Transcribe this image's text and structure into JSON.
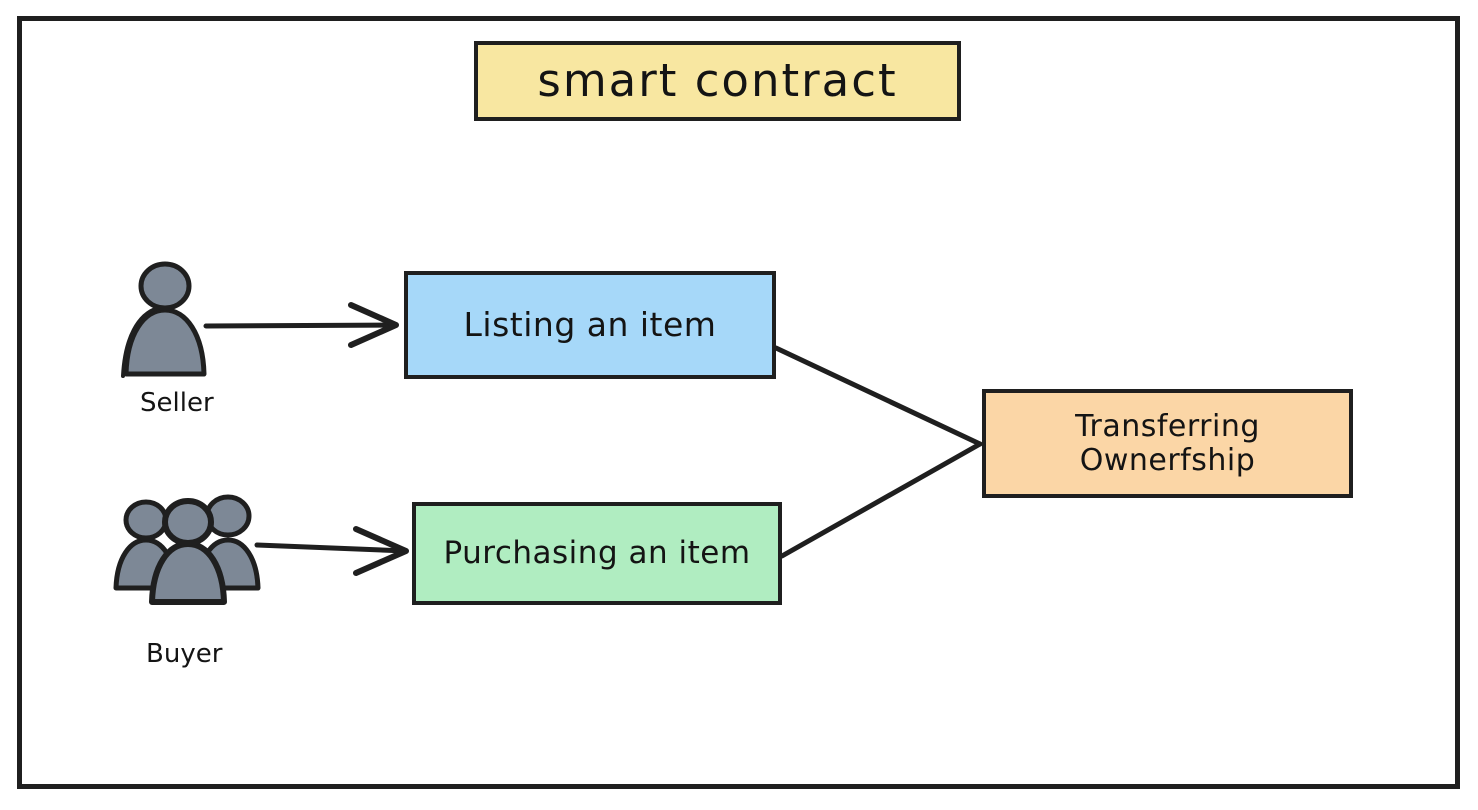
{
  "diagram": {
    "title_box": {
      "label": "smart contract",
      "fill": "#F8E7A1",
      "stroke": "#1f1f1f"
    },
    "frame": {
      "stroke": "#1f1f1f",
      "background": "#ffffff"
    },
    "actors": [
      {
        "id": "seller",
        "label": "Seller",
        "icon": "single-person-icon",
        "fill": "#7D8896",
        "stroke": "#1f1f1f"
      },
      {
        "id": "buyer",
        "label": "Buyer",
        "icon": "group-of-people-icon",
        "fill": "#7D8896",
        "stroke": "#1f1f1f"
      }
    ],
    "nodes": [
      {
        "id": "listing",
        "label": "Listing an item",
        "fill": "#A6D8F9",
        "stroke": "#1f1f1f"
      },
      {
        "id": "purchasing",
        "label": "Purchasing an item",
        "fill": "#B0EDC1",
        "stroke": "#1f1f1f"
      },
      {
        "id": "transfer",
        "label_line1": "Transferring",
        "label_line2": "Ownerfship",
        "fill": "#FBD6A6",
        "stroke": "#1f1f1f"
      }
    ],
    "connectors": [
      {
        "id": "seller-to-listing",
        "from": "seller",
        "to": "listing",
        "arrowhead": "open-chevron"
      },
      {
        "id": "buyer-to-purchasing",
        "from": "buyer",
        "to": "purchasing",
        "arrowhead": "open-chevron"
      },
      {
        "id": "listing-to-transfer",
        "from": "listing",
        "to": "transfer",
        "arrowhead": "none"
      },
      {
        "id": "purchasing-to-transfer",
        "from": "purchasing",
        "to": "transfer",
        "arrowhead": "none"
      }
    ]
  }
}
